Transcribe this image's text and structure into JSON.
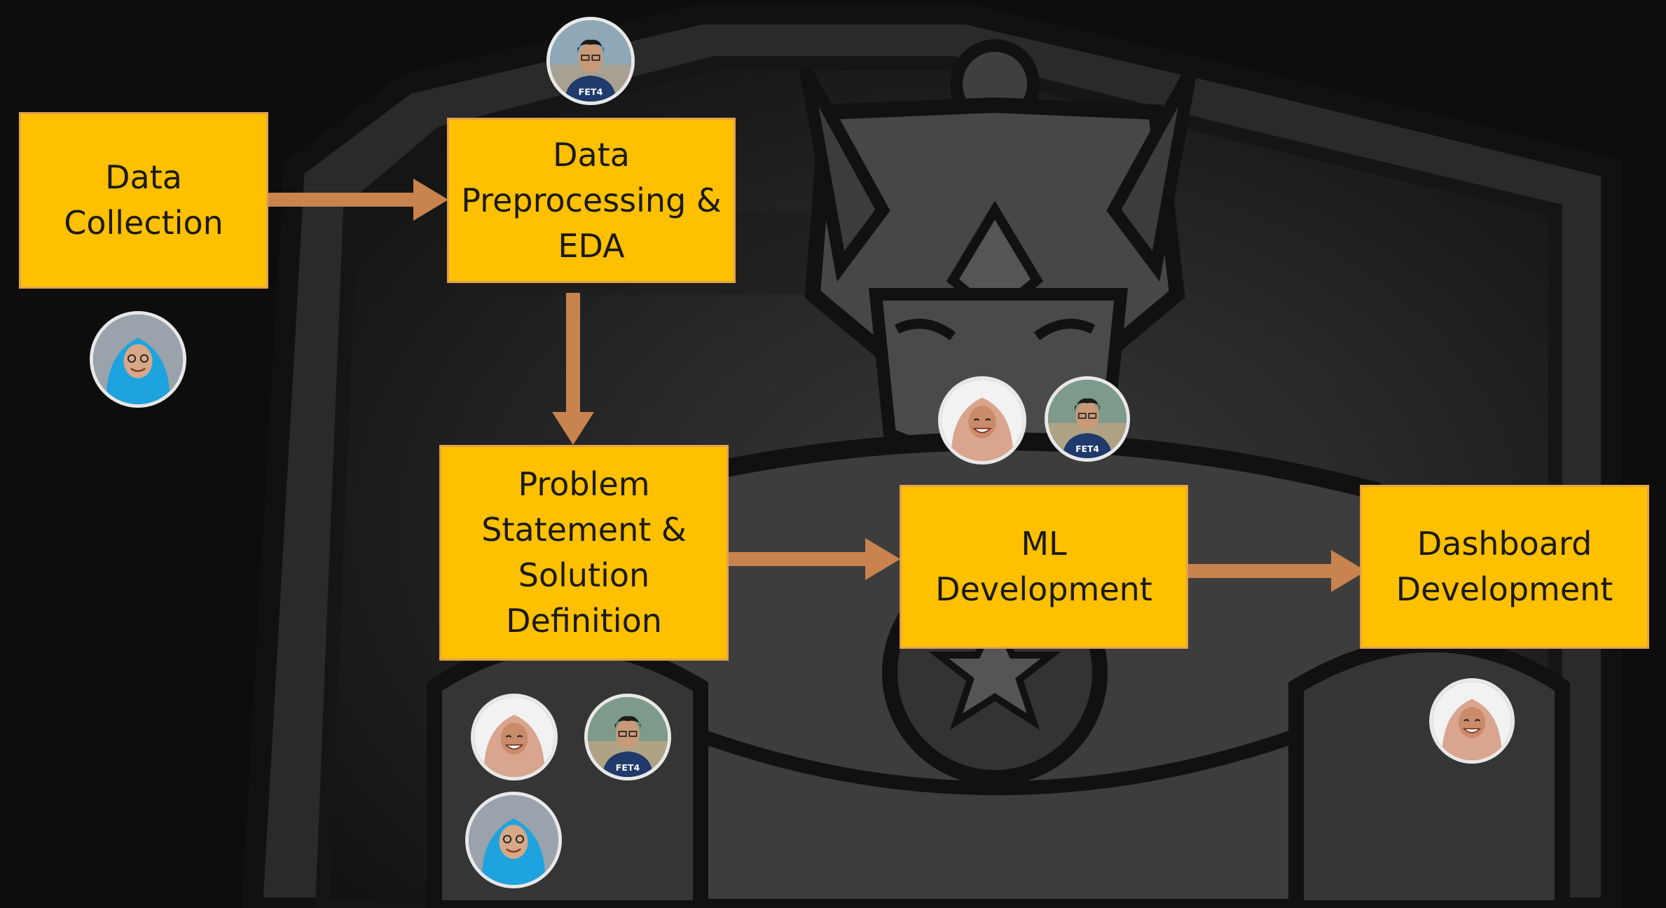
{
  "steps": [
    {
      "id": "data-collection",
      "lines": [
        "Data",
        "Collection"
      ]
    },
    {
      "id": "data-preprocessing",
      "lines": [
        "Data",
        "Preprocessing &",
        "EDA"
      ]
    },
    {
      "id": "problem-statement",
      "lines": [
        "Problem",
        "Statement &",
        "Solution",
        "Definition"
      ]
    },
    {
      "id": "ml-development",
      "lines": [
        "ML",
        "Development"
      ]
    },
    {
      "id": "dashboard-development",
      "lines": [
        "Dashboard",
        "Development"
      ]
    }
  ],
  "colors": {
    "box_fill": "#ffc000",
    "box_border": "#e3a24a",
    "arrow": "#c8834e",
    "background": "#0d0d0d"
  },
  "avatars": [
    {
      "name": "avatar-blue-hijab-woman",
      "icon": "person-blue-hijab"
    },
    {
      "name": "avatar-man-glasses",
      "icon": "person-man-fet4-shirt",
      "shirt_text": "FET4"
    },
    {
      "name": "avatar-pink-hijab-woman",
      "icon": "person-pink-hijab"
    }
  ]
}
